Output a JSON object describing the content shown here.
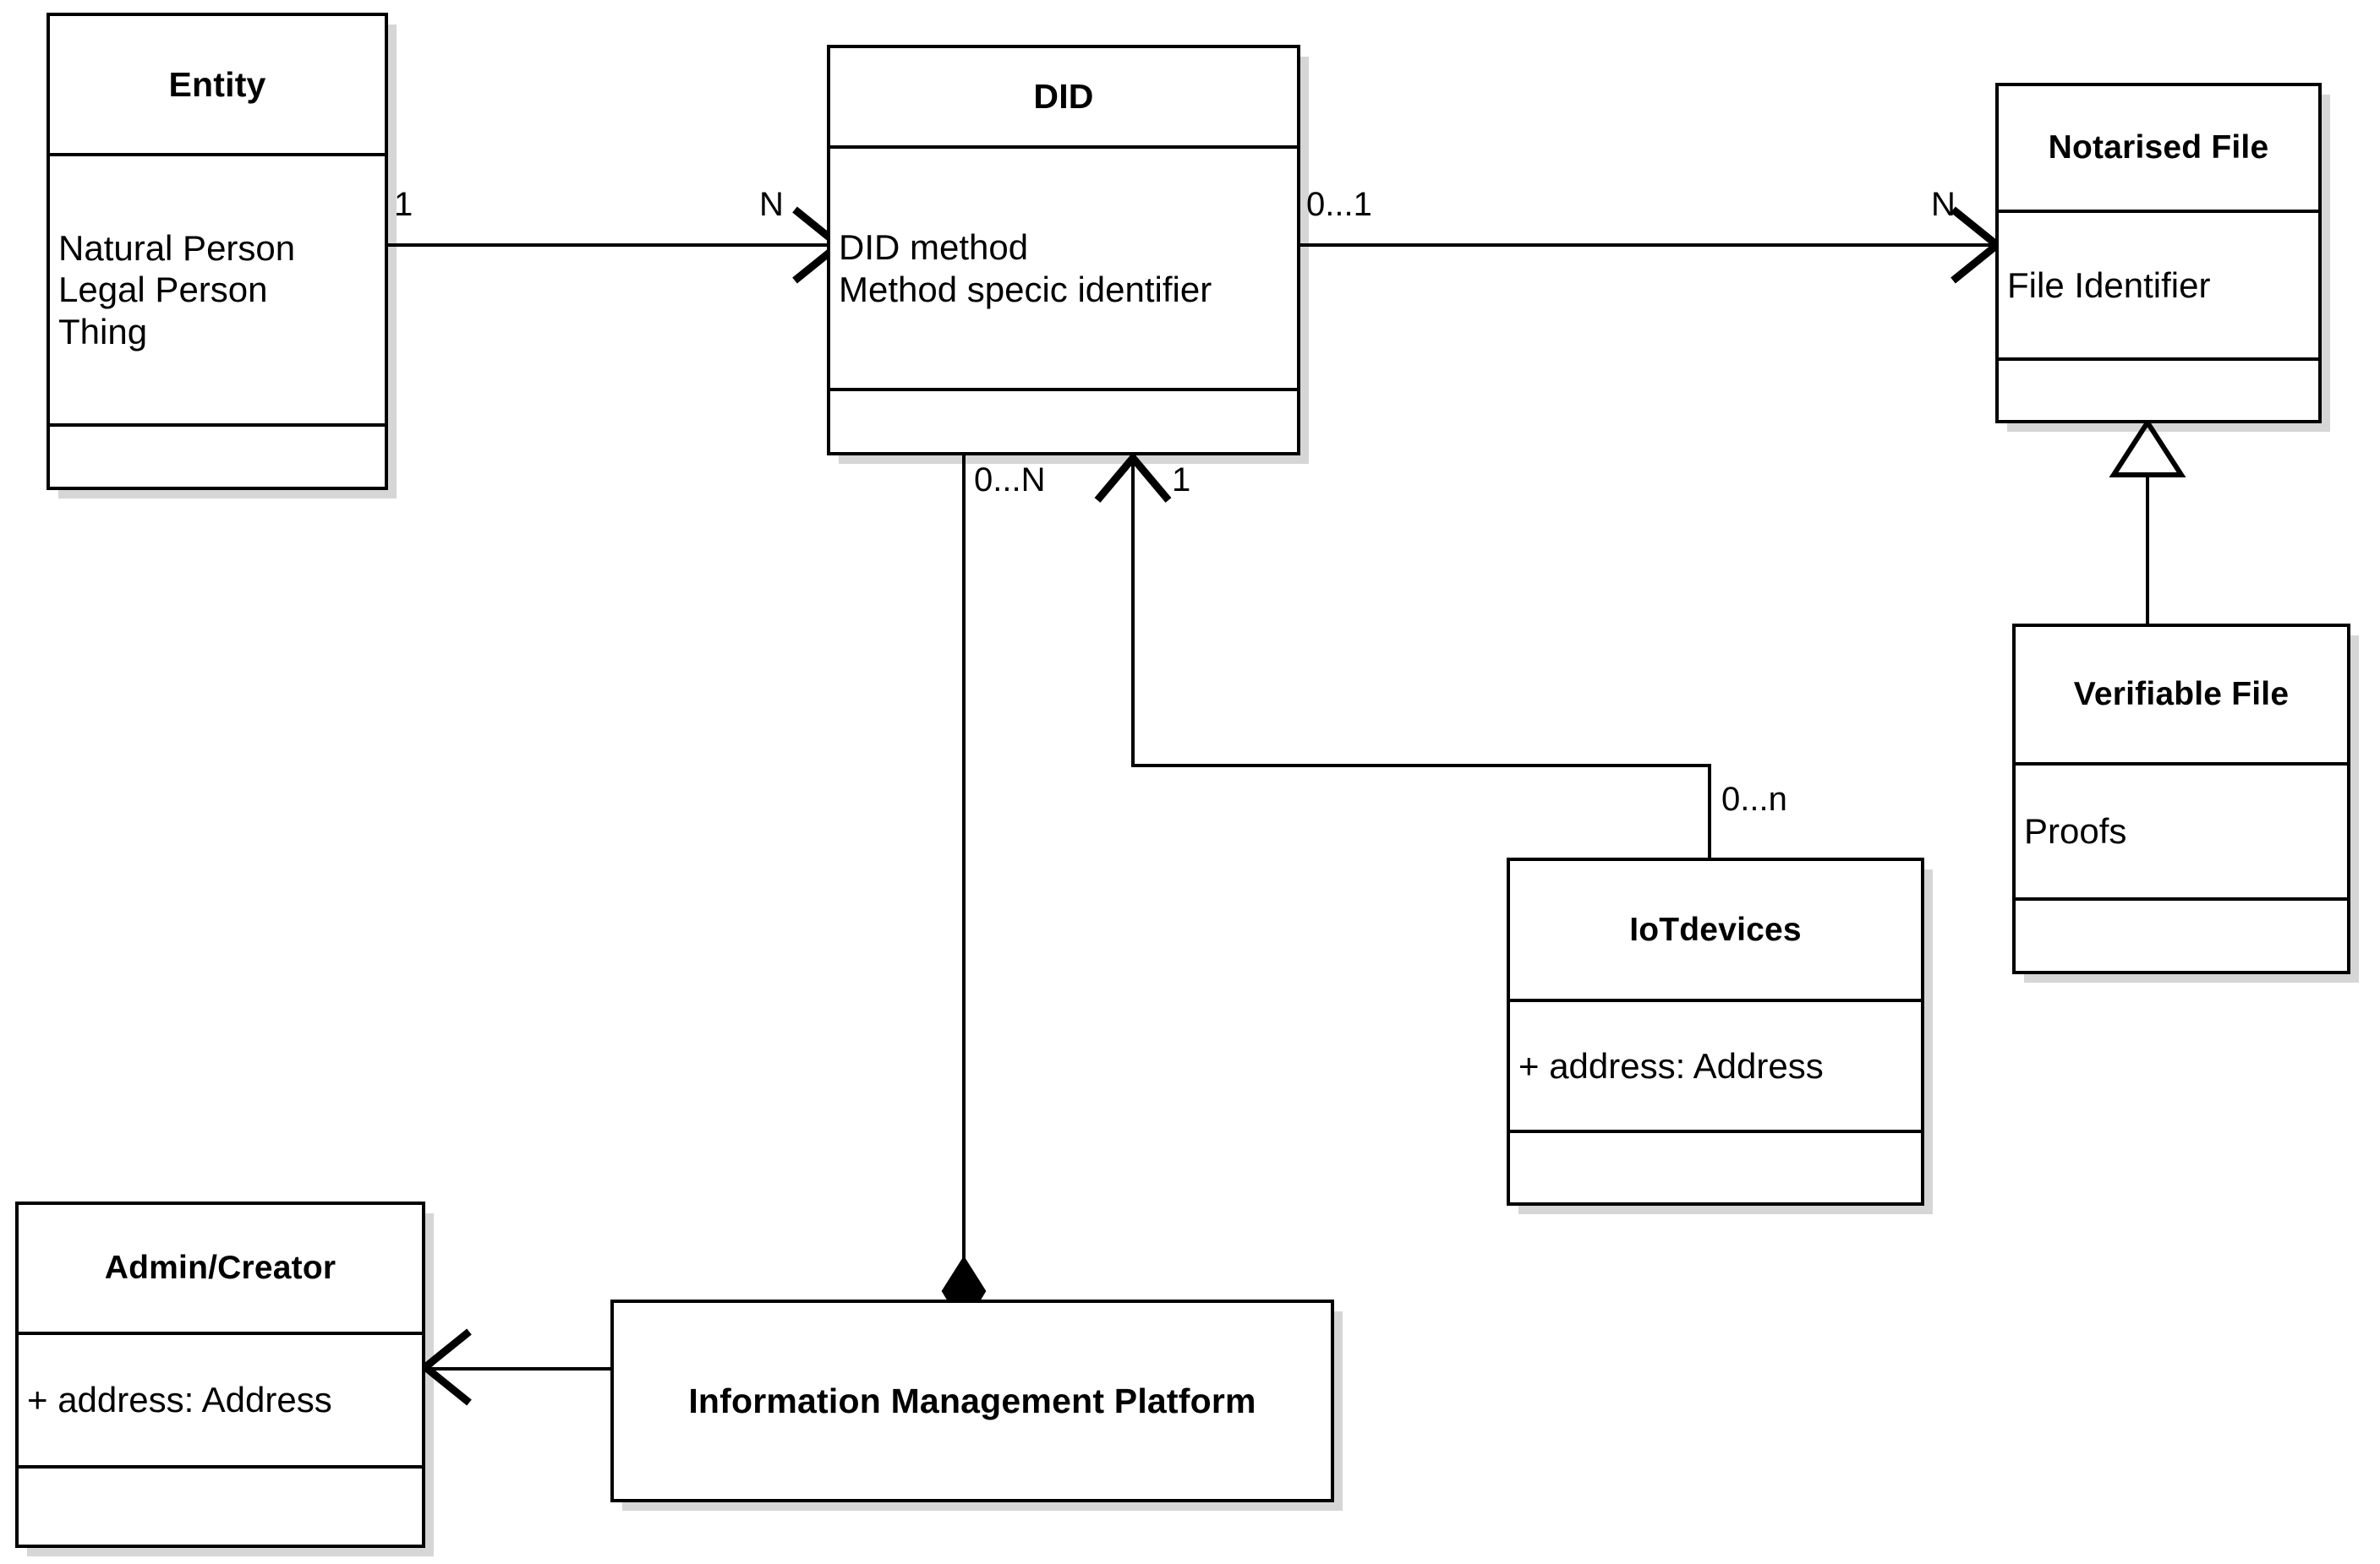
{
  "diagram": {
    "type": "uml-class-diagram",
    "background_color": "#ffffff",
    "line_color": "#000000",
    "classes": [
      {
        "id": "entity",
        "name": "Entity",
        "attributes": [
          "Natural Person",
          "Legal Person",
          "Thing"
        ],
        "operations": []
      },
      {
        "id": "did",
        "name": "DID",
        "attributes": [
          "DID method",
          "Method specic identifier"
        ],
        "operations": []
      },
      {
        "id": "notarised_file",
        "name": "Notarised  File",
        "attributes": [
          "File Identifier"
        ],
        "operations": []
      },
      {
        "id": "verifiable_file",
        "name": "Verifiable File",
        "attributes": [
          "Proofs"
        ],
        "operations": []
      },
      {
        "id": "iot_devices",
        "name": "IoTdevices",
        "attributes": [
          "+ address: Address"
        ],
        "operations": []
      },
      {
        "id": "admin_creator",
        "name": "Admin/Creator",
        "attributes": [
          "+ address: Address"
        ],
        "operations": []
      },
      {
        "id": "information_management_platform",
        "name": "Information Management Platform",
        "attributes": [],
        "operations": []
      }
    ],
    "relationships": [
      {
        "id": "entity-did",
        "from": "entity",
        "to": "did",
        "style": "association-open-arrow",
        "source_multiplicity": "1",
        "target_multiplicity": "N"
      },
      {
        "id": "did-notarised-file",
        "from": "did",
        "to": "notarised_file",
        "style": "association-open-arrow",
        "source_multiplicity": "0...1",
        "target_multiplicity": "N"
      },
      {
        "id": "iot-did",
        "from": "iot_devices",
        "to": "did",
        "style": "association-open-arrow",
        "source_multiplicity": "0...n",
        "target_multiplicity": "1"
      },
      {
        "id": "imp-did",
        "from": "information_management_platform",
        "to": "did",
        "style": "composition-filled-diamond",
        "source_multiplicity": "",
        "target_multiplicity": "0...N"
      },
      {
        "id": "verifiable-notarised",
        "from": "verifiable_file",
        "to": "notarised_file",
        "style": "generalization-hollow-triangle",
        "source_multiplicity": "",
        "target_multiplicity": ""
      },
      {
        "id": "imp-admin",
        "from": "information_management_platform",
        "to": "admin_creator",
        "style": "association-open-arrow",
        "source_multiplicity": "",
        "target_multiplicity": ""
      }
    ],
    "multiplicity_labels": {
      "entity_side": "1",
      "did_from_entity": "N",
      "did_to_file": "0...1",
      "file_side": "N",
      "did_bottom_platform": "0...N",
      "did_bottom_iot": "1",
      "iot_top": "0...n"
    }
  }
}
